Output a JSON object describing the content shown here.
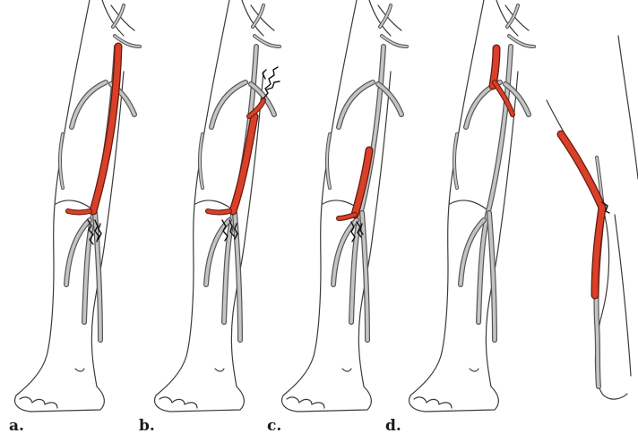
{
  "panels": [
    {
      "label": "a."
    },
    {
      "label": "b."
    },
    {
      "label": "c."
    },
    {
      "label": "d."
    }
  ],
  "colors": {
    "outline": "#3a3a3a",
    "vein": "#c4c4c4",
    "treated_vein": "#d8402a",
    "clot": "#111111",
    "background": "#ffffff"
  }
}
